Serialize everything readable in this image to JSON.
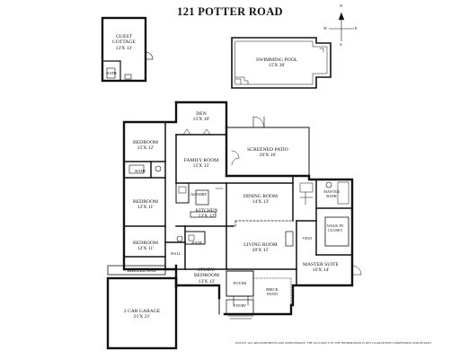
{
  "title": "121 POTTER ROAD",
  "compass": {
    "n": "N",
    "e": "E",
    "s": "S",
    "w": "W"
  },
  "rooms": {
    "guest_cottage": {
      "name": "GUEST COTTAGE",
      "dims": "13'X 13'"
    },
    "cottage_bath": {
      "name": "BATH"
    },
    "swimming_pool": {
      "name": "SWIMMING POOL",
      "dims": "15'X 30'"
    },
    "den": {
      "name": "DEN",
      "dims": "15'X 10'"
    },
    "screened_patio": {
      "name": "SCREENED PATIO",
      "dims": "20'X 16'"
    },
    "bedroom_1": {
      "name": "BEDROOM",
      "dims": "15'X 12'"
    },
    "family_room": {
      "name": "FAMILY ROOM",
      "dims": "15'X 15'"
    },
    "bath_1": {
      "name": "BATH"
    },
    "laundry": {
      "name": "LAUNDRY"
    },
    "dining_room": {
      "name": "DINING ROOM",
      "dims": "14'X 13'"
    },
    "master_bath": {
      "name": "MASTER BATH"
    },
    "bedroom_2": {
      "name": "BEDROOM",
      "dims": "12'X 11'"
    },
    "kitchen": {
      "name": "KITCHEN",
      "dims": "13'X 12'"
    },
    "walk_in_closet": {
      "name": "WALK IN CLOSET"
    },
    "vest": {
      "name": "VEST"
    },
    "bedroom_3": {
      "name": "BEDROOM",
      "dims": "12'X 11'"
    },
    "bath_2": {
      "name": "BATH"
    },
    "living_room": {
      "name": "LIVING ROOM",
      "dims": "20'X 15'"
    },
    "hall": {
      "name": "HALL"
    },
    "master_suite": {
      "name": "MASTER SUITE",
      "dims": "16'X 14'"
    },
    "breezeway": {
      "name": "BREEZEWAY"
    },
    "study_bedroom": {
      "name": "STUDY/ BEDROOM",
      "dims": "13'X 12'"
    },
    "foyer": {
      "name": "FOYER"
    },
    "brick_patio": {
      "name": "BRICK PATIO"
    },
    "garage": {
      "name": "2 CAR GARAGE",
      "dims": "21'X 21'"
    },
    "entry": {
      "name": "ENTRY"
    }
  },
  "footnote": "NOTICE: ALL MEASUREMENTS ARE APPROXIMATE. THE ACCURACY OF THE INFORMATION IS NOT GUARANTEED. DIMENSIONS AND DETAILS"
}
